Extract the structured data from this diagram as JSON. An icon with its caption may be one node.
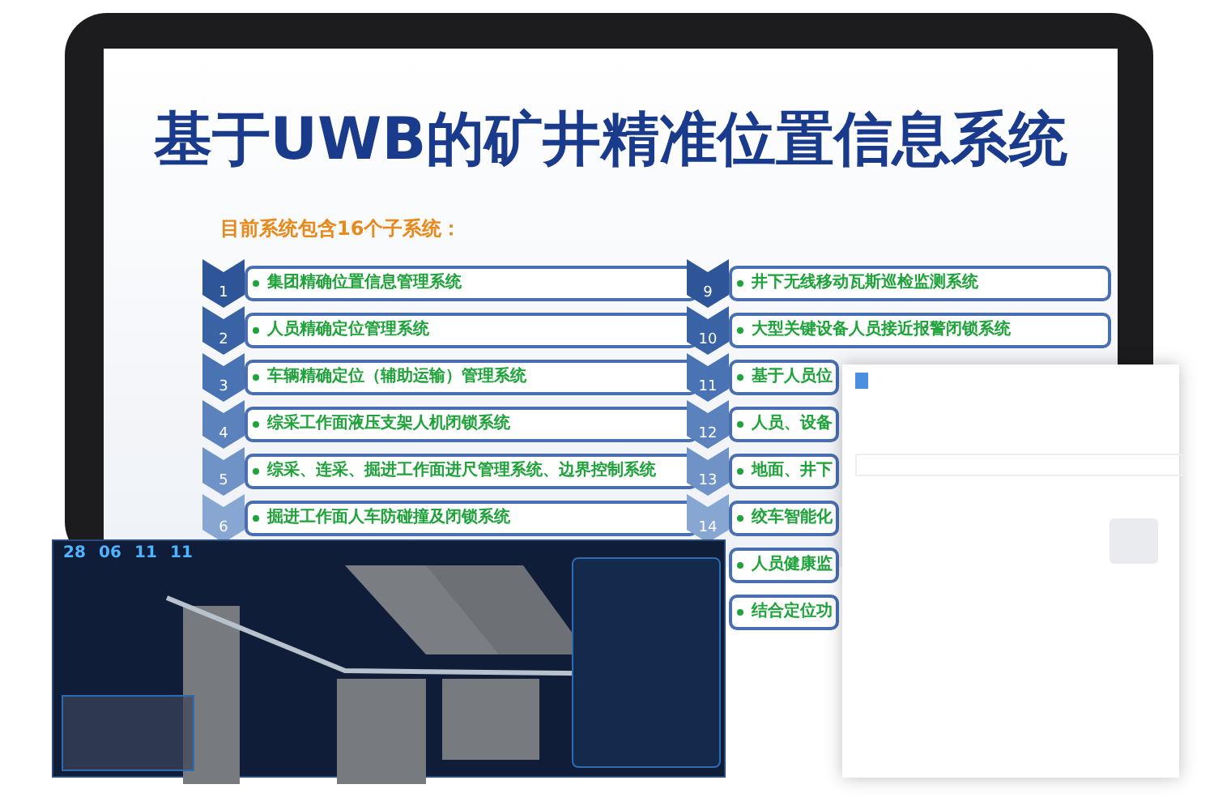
{
  "diagram": {
    "title": "基于UWB的矿井精准位置信息系统",
    "nodes": [
      {
        "text": [
          "1"
        ]
      },
      {
        "text": [
          "集团精确位置信息管理系统"
        ]
      },
      {
        "text": [
          "2"
        ]
      },
      {
        "text": [
          "人员精确定位管理系统"
        ]
      },
      {
        "text": [
          "3"
        ]
      },
      {
        "text": [
          "车辆精确定位（辅助运输）管理系统"
        ]
      },
      {
        "text": [
          "4"
        ]
      },
      {
        "text": [
          "综采工作面液压支架人机闭锁系统"
        ]
      },
      {
        "text": [
          "5"
        ]
      },
      {
        "text": [
          "综采、连采、掘进工作面进尺管理系统、边界控制系统"
        ]
      },
      {
        "text": [
          "6"
        ]
      },
      {
        "text": [
          "掘进工作面人车防碰撞及闭锁系统"
        ]
      },
      {
        "text": [
          "9"
        ]
      },
      {
        "text": [
          "井下无线移动瓦斯巡检监测系统"
        ]
      },
      {
        "text": [
          "10"
        ]
      },
      {
        "text": [
          "大型关键设备人员接近报警闭锁系统"
        ]
      },
      {
        "text": [
          "11"
        ]
      },
      {
        "text": [
          "基于人员位"
        ]
      },
      {
        "text": [
          "12"
        ]
      },
      {
        "text": [
          "人员、设备"
        ]
      },
      {
        "text": [
          "13"
        ]
      },
      {
        "text": [
          "地面、井下"
        ]
      },
      {
        "text": [
          "14"
        ]
      },
      {
        "text": [
          "绞车智能化"
        ]
      },
      {
        "text": [
          "人员健康监"
        ]
      },
      {
        "text": [
          "结合定位功"
        ]
      }
    ],
    "labels": [
      "目前系统包含16个子系统：",
      "28",
      "06",
      "11",
      "11"
    ]
  }
}
